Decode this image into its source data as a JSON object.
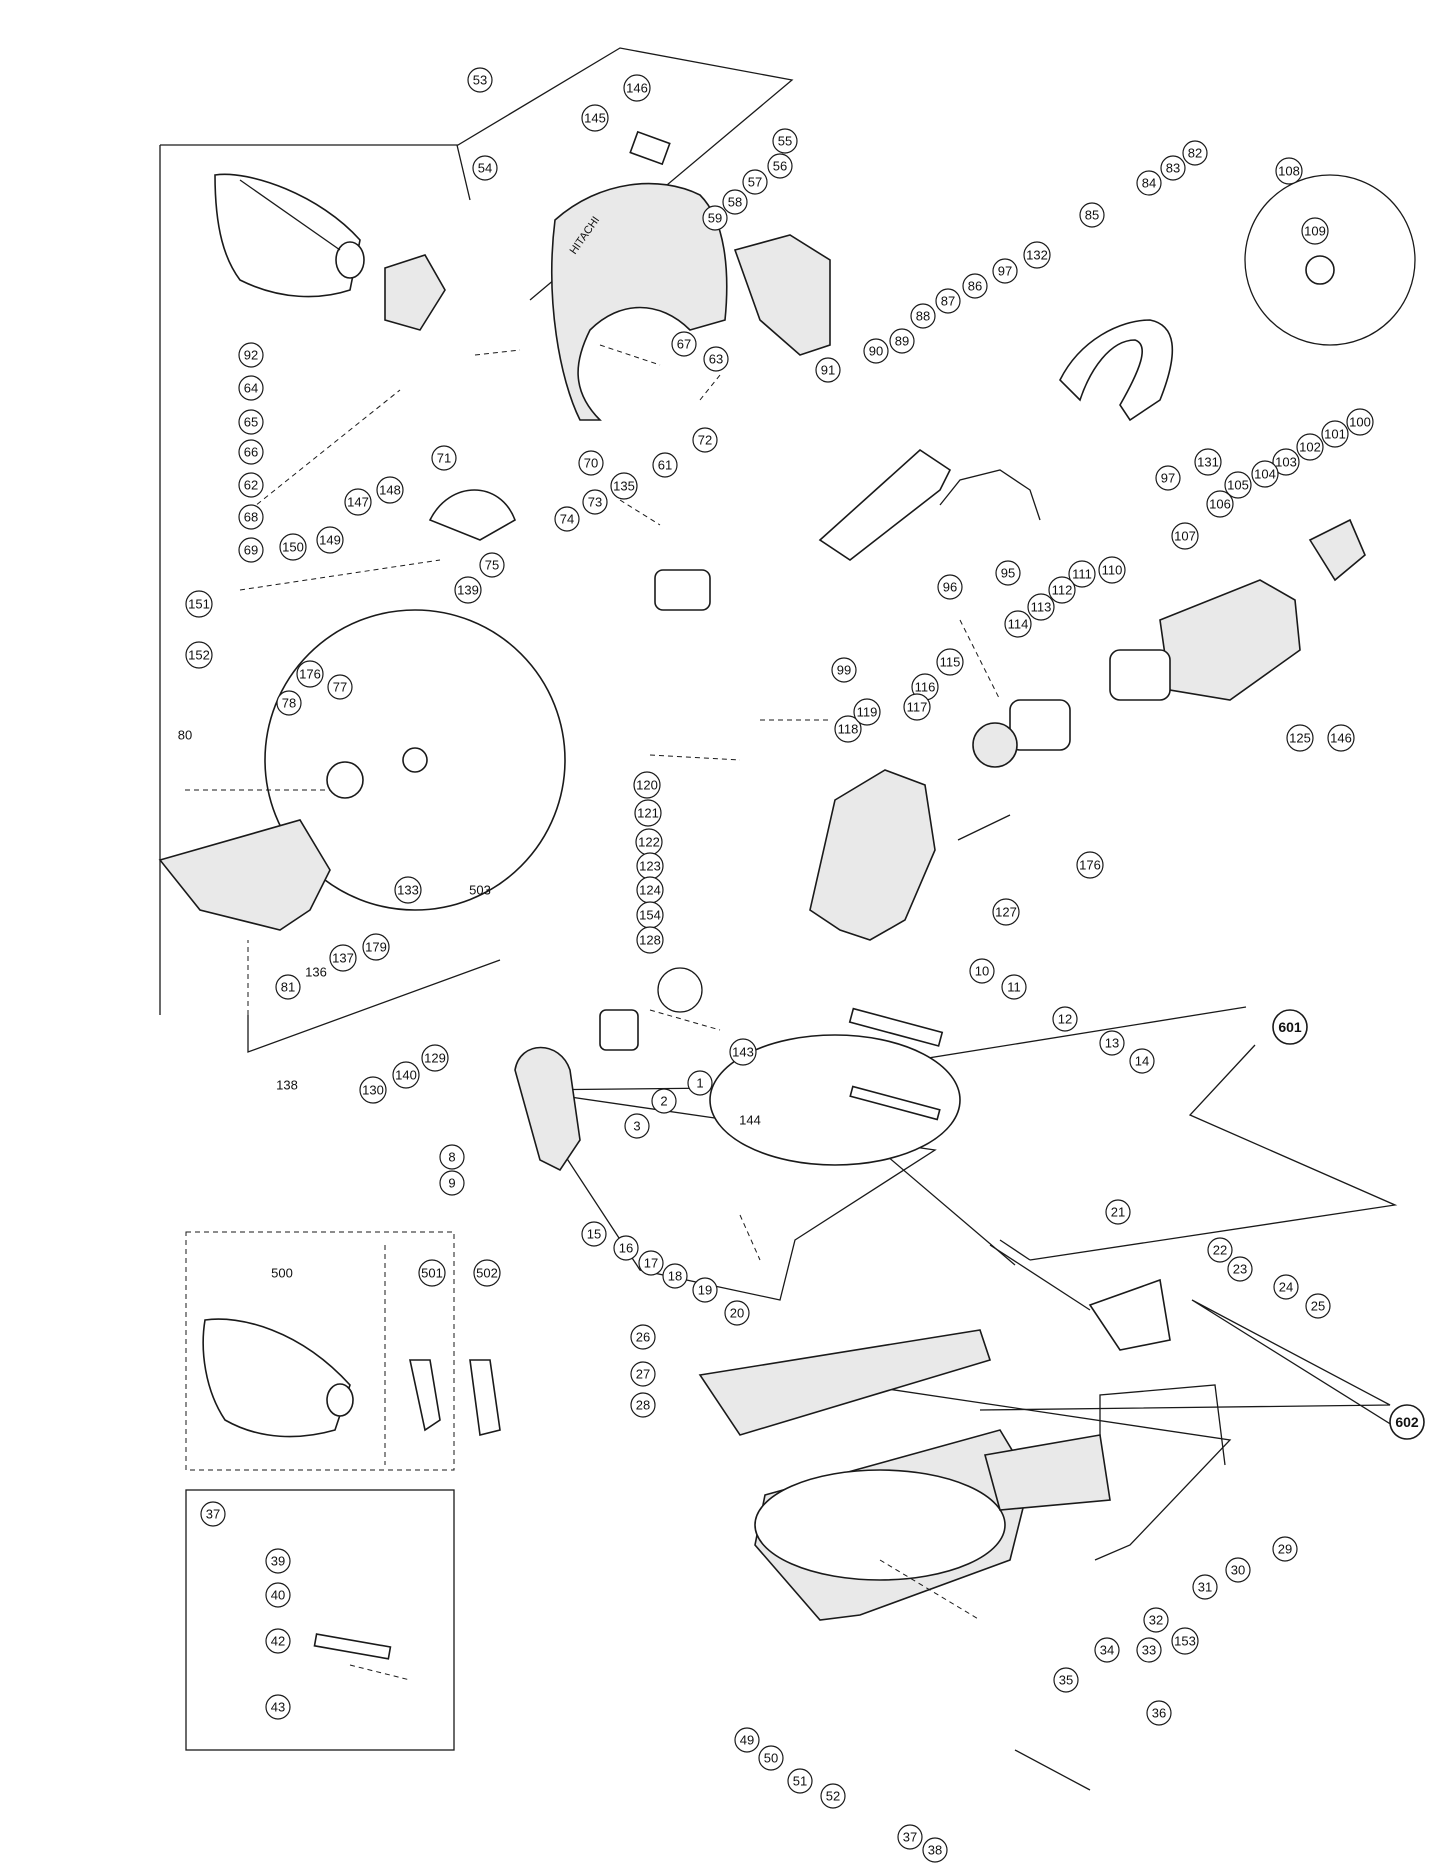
{
  "figure": {
    "brand_on_cover": "HITACHI",
    "colors": {
      "ink": "#1a1a1a",
      "paper": "#ffffff"
    }
  },
  "callouts": [
    {
      "id": "53",
      "ring": true
    },
    {
      "id": "146",
      "ring": true
    },
    {
      "id": "145",
      "ring": true
    },
    {
      "id": "55",
      "ring": true
    },
    {
      "id": "54",
      "ring": true
    },
    {
      "id": "56",
      "ring": true
    },
    {
      "id": "57",
      "ring": true
    },
    {
      "id": "58",
      "ring": true
    },
    {
      "id": "59",
      "ring": true
    },
    {
      "id": "82",
      "ring": true
    },
    {
      "id": "83",
      "ring": true
    },
    {
      "id": "84",
      "ring": true
    },
    {
      "id": "85",
      "ring": true
    },
    {
      "id": "108",
      "ring": true
    },
    {
      "id": "109",
      "ring": true
    },
    {
      "id": "132",
      "ring": true
    },
    {
      "id": "97",
      "ring": true
    },
    {
      "id": "86",
      "ring": true
    },
    {
      "id": "87",
      "ring": true
    },
    {
      "id": "88",
      "ring": true
    },
    {
      "id": "89",
      "ring": true
    },
    {
      "id": "90",
      "ring": true
    },
    {
      "id": "91",
      "ring": true
    },
    {
      "id": "92",
      "ring": true
    },
    {
      "id": "64",
      "ring": true
    },
    {
      "id": "65",
      "ring": true
    },
    {
      "id": "66",
      "ring": true
    },
    {
      "id": "67",
      "ring": true
    },
    {
      "id": "63",
      "ring": true
    },
    {
      "id": "62",
      "ring": true
    },
    {
      "id": "68",
      "ring": true
    },
    {
      "id": "69",
      "ring": true
    },
    {
      "id": "70",
      "ring": true
    },
    {
      "id": "61",
      "ring": true
    },
    {
      "id": "72",
      "ring": true
    },
    {
      "id": "71",
      "ring": true
    },
    {
      "id": "147",
      "ring": true
    },
    {
      "id": "148",
      "ring": true
    },
    {
      "id": "149",
      "ring": true
    },
    {
      "id": "150",
      "ring": true
    },
    {
      "id": "135",
      "ring": true
    },
    {
      "id": "73",
      "ring": true
    },
    {
      "id": "74",
      "ring": true
    },
    {
      "id": "151",
      "ring": true
    },
    {
      "id": "152",
      "ring": true
    },
    {
      "id": "139",
      "ring": true
    },
    {
      "id": "75",
      "ring": true
    },
    {
      "id": "80",
      "ring": false
    },
    {
      "id": "176",
      "ring": true
    },
    {
      "id": "77",
      "ring": true
    },
    {
      "id": "78",
      "ring": true
    },
    {
      "id": "96",
      "ring": true
    },
    {
      "id": "95",
      "ring": true
    },
    {
      "id": "97",
      "ring": true
    },
    {
      "id": "99",
      "ring": true
    },
    {
      "id": "131",
      "ring": true
    },
    {
      "id": "100",
      "ring": true
    },
    {
      "id": "101",
      "ring": true
    },
    {
      "id": "102",
      "ring": true
    },
    {
      "id": "103",
      "ring": true
    },
    {
      "id": "104",
      "ring": true
    },
    {
      "id": "105",
      "ring": true
    },
    {
      "id": "106",
      "ring": true
    },
    {
      "id": "107",
      "ring": true
    },
    {
      "id": "110",
      "ring": true
    },
    {
      "id": "111",
      "ring": true
    },
    {
      "id": "112",
      "ring": true
    },
    {
      "id": "113",
      "ring": true
    },
    {
      "id": "114",
      "ring": true
    },
    {
      "id": "115",
      "ring": true
    },
    {
      "id": "116",
      "ring": true
    },
    {
      "id": "117",
      "ring": true
    },
    {
      "id": "118",
      "ring": true
    },
    {
      "id": "119",
      "ring": true
    },
    {
      "id": "120",
      "ring": true
    },
    {
      "id": "121",
      "ring": true
    },
    {
      "id": "122",
      "ring": true
    },
    {
      "id": "123",
      "ring": true
    },
    {
      "id": "124",
      "ring": true
    },
    {
      "id": "154",
      "ring": true
    },
    {
      "id": "128",
      "ring": true
    },
    {
      "id": "125",
      "ring": true
    },
    {
      "id": "146",
      "ring": true
    },
    {
      "id": "176",
      "ring": true
    },
    {
      "id": "127",
      "ring": true
    },
    {
      "id": "503",
      "ring": false
    },
    {
      "id": "133",
      "ring": true
    },
    {
      "id": "81",
      "ring": true
    },
    {
      "id": "136",
      "ring": false
    },
    {
      "id": "137",
      "ring": true
    },
    {
      "id": "179",
      "ring": true
    },
    {
      "id": "138",
      "ring": false
    },
    {
      "id": "143",
      "ring": true
    },
    {
      "id": "1",
      "ring": true
    },
    {
      "id": "2",
      "ring": true
    },
    {
      "id": "3",
      "ring": true
    },
    {
      "id": "130",
      "ring": true
    },
    {
      "id": "140",
      "ring": true
    },
    {
      "id": "129",
      "ring": true
    },
    {
      "id": "8",
      "ring": true
    },
    {
      "id": "9",
      "ring": true
    },
    {
      "id": "10",
      "ring": true
    },
    {
      "id": "11",
      "ring": true
    },
    {
      "id": "12",
      "ring": true
    },
    {
      "id": "13",
      "ring": true
    },
    {
      "id": "14",
      "ring": true
    },
    {
      "id": "144",
      "ring": false
    },
    {
      "id": "15",
      "ring": true
    },
    {
      "id": "16",
      "ring": true
    },
    {
      "id": "17",
      "ring": true
    },
    {
      "id": "18",
      "ring": true
    },
    {
      "id": "19",
      "ring": true
    },
    {
      "id": "20",
      "ring": true
    },
    {
      "id": "601",
      "ring": true,
      "big": true
    },
    {
      "id": "21",
      "ring": true
    },
    {
      "id": "22",
      "ring": true
    },
    {
      "id": "23",
      "ring": true
    },
    {
      "id": "24",
      "ring": true
    },
    {
      "id": "25",
      "ring": true
    },
    {
      "id": "500",
      "ring": false
    },
    {
      "id": "501",
      "ring": true
    },
    {
      "id": "502",
      "ring": true
    },
    {
      "id": "26",
      "ring": true
    },
    {
      "id": "27",
      "ring": true
    },
    {
      "id": "28",
      "ring": true
    },
    {
      "id": "602",
      "ring": true,
      "big": true
    },
    {
      "id": "29",
      "ring": true
    },
    {
      "id": "30",
      "ring": true
    },
    {
      "id": "31",
      "ring": true
    },
    {
      "id": "37",
      "ring": true
    },
    {
      "id": "39",
      "ring": true
    },
    {
      "id": "40",
      "ring": true
    },
    {
      "id": "42",
      "ring": true
    },
    {
      "id": "43",
      "ring": true
    },
    {
      "id": "32",
      "ring": true
    },
    {
      "id": "153",
      "ring": true
    },
    {
      "id": "33",
      "ring": true
    },
    {
      "id": "34",
      "ring": true
    },
    {
      "id": "35",
      "ring": true
    },
    {
      "id": "36",
      "ring": true
    },
    {
      "id": "49",
      "ring": true
    },
    {
      "id": "50",
      "ring": true
    },
    {
      "id": "51",
      "ring": true
    },
    {
      "id": "52",
      "ring": true
    },
    {
      "id": "37",
      "ring": true
    },
    {
      "id": "38",
      "ring": true
    }
  ]
}
